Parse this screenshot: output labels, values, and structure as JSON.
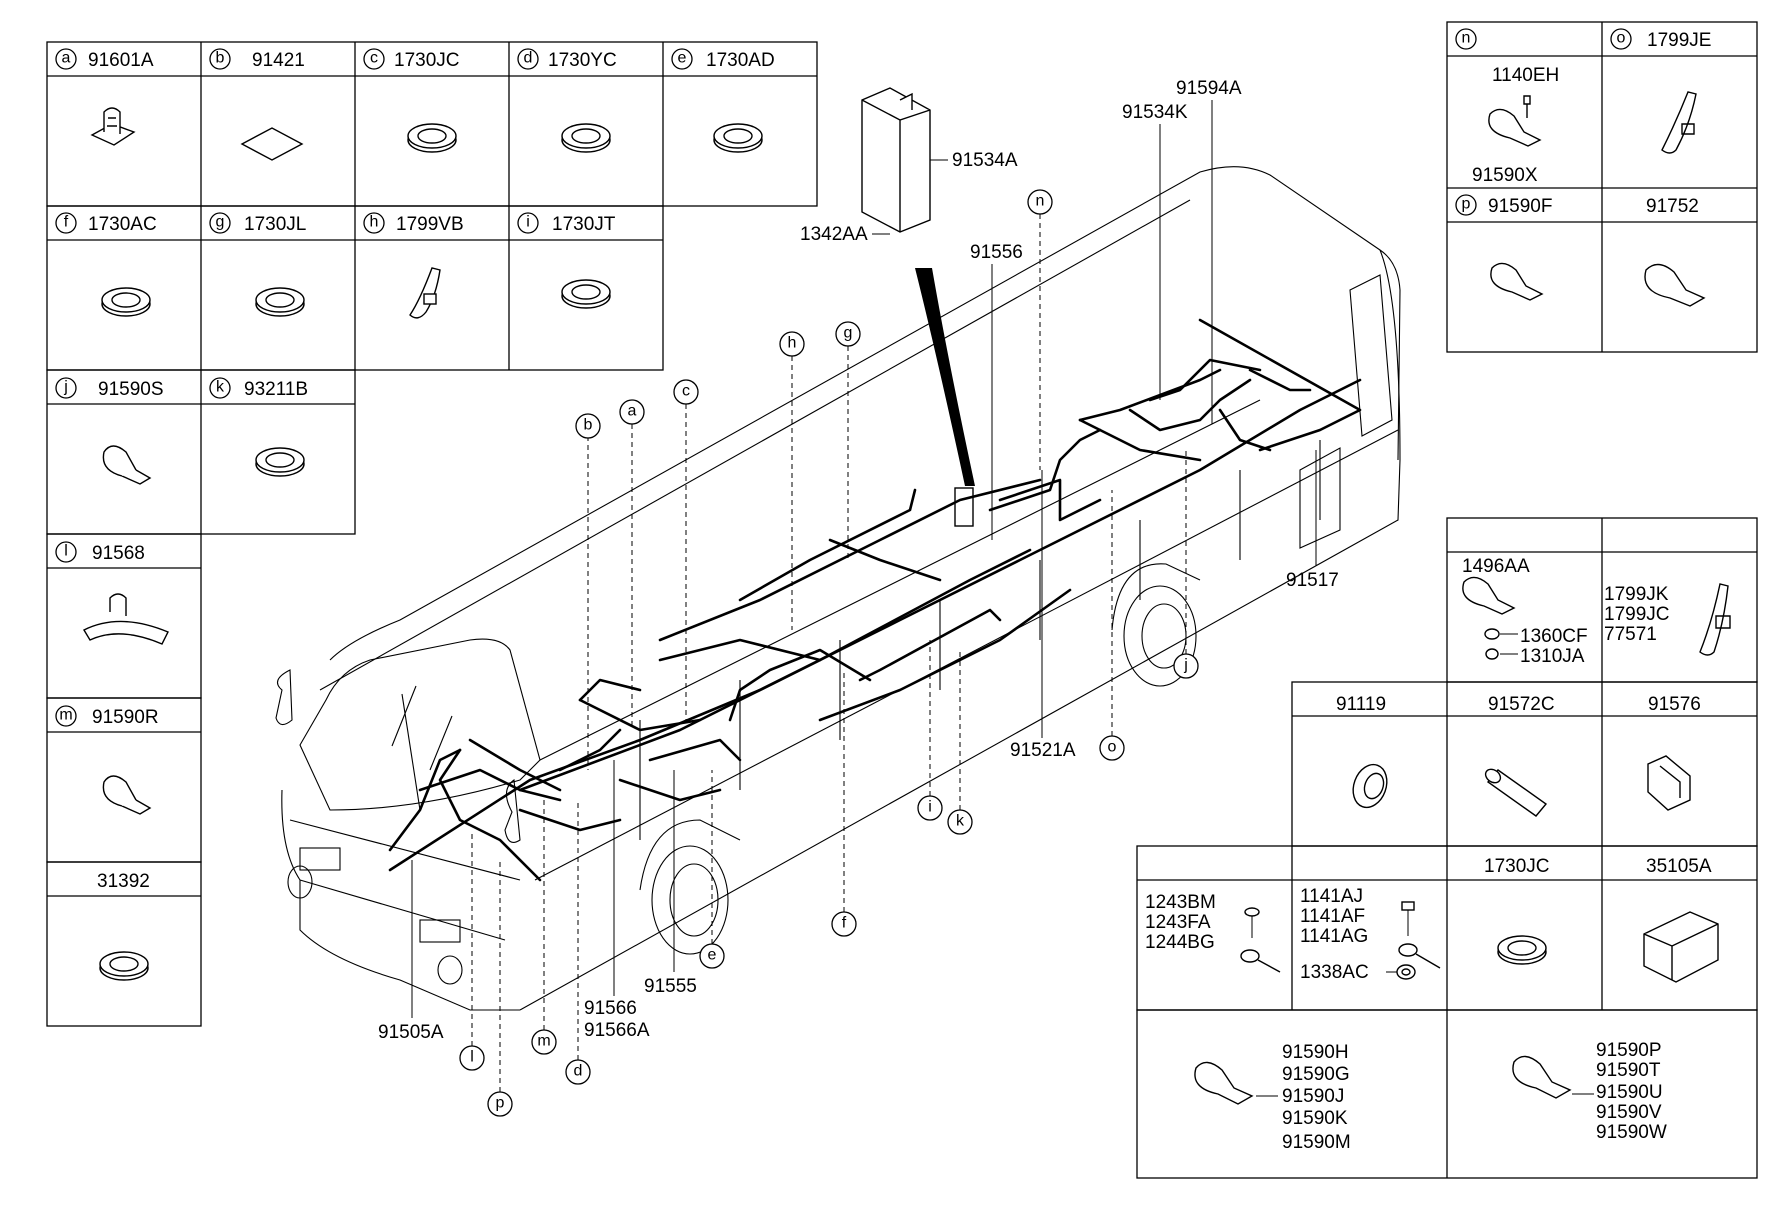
{
  "legend_left": [
    {
      "letter": "a",
      "part": "91601A"
    },
    {
      "letter": "b",
      "part": "91421"
    },
    {
      "letter": "c",
      "part": "1730JC"
    },
    {
      "letter": "d",
      "part": "1730YC"
    },
    {
      "letter": "e",
      "part": "1730AD"
    },
    {
      "letter": "f",
      "part": "1730AC"
    },
    {
      "letter": "g",
      "part": "1730JL"
    },
    {
      "letter": "h",
      "part": "1799VB"
    },
    {
      "letter": "i",
      "part": "1730JT"
    },
    {
      "letter": "j",
      "part": "91590S"
    },
    {
      "letter": "k",
      "part": "93211B"
    },
    {
      "letter": "l",
      "part": "91568"
    },
    {
      "letter": "m",
      "part": "91590R"
    },
    {
      "letter": "",
      "part": "31392"
    }
  ],
  "legend_right_top": [
    {
      "letter": "n",
      "part": "",
      "sub": [
        "1140EH",
        "91590X"
      ]
    },
    {
      "letter": "o",
      "part": "1799JE",
      "sub": []
    },
    {
      "letter": "p",
      "part": "91590F",
      "sub": []
    },
    {
      "letter": "",
      "part": "91752",
      "sub": []
    }
  ],
  "legend_right_mid": {
    "left_parts": [
      "1496AA",
      "1360CF",
      "1310JA"
    ],
    "right_parts": [
      "1799JK",
      "1799JC",
      "77571"
    ],
    "row2": [
      "91119",
      "91572C",
      "91576"
    ]
  },
  "legend_right_bottom": {
    "c1": [
      "1243BM",
      "1243FA",
      "1244BG"
    ],
    "c2": [
      "1141AJ",
      "1141AF",
      "1141AG",
      "1338AC"
    ],
    "c3": "1730JC",
    "c4": "35105A",
    "clamp_left": [
      "91590H",
      "91590G",
      "91590J",
      "91590K",
      "91590M"
    ],
    "clamp_right": [
      "91590P",
      "91590T",
      "91590U",
      "91590V",
      "91590W"
    ]
  },
  "callouts": {
    "91534A": "91534A",
    "1342AA": "1342AA",
    "91556": "91556",
    "91594A": "91594A",
    "91534K": "91534K",
    "91517": "91517",
    "91521A": "91521A",
    "91555": "91555",
    "91566": "91566",
    "91566A": "91566A",
    "91505A": "91505A"
  },
  "diagram_letters": [
    "a",
    "b",
    "c",
    "d",
    "e",
    "f",
    "g",
    "h",
    "i",
    "j",
    "k",
    "l",
    "m",
    "n",
    "o",
    "p"
  ]
}
